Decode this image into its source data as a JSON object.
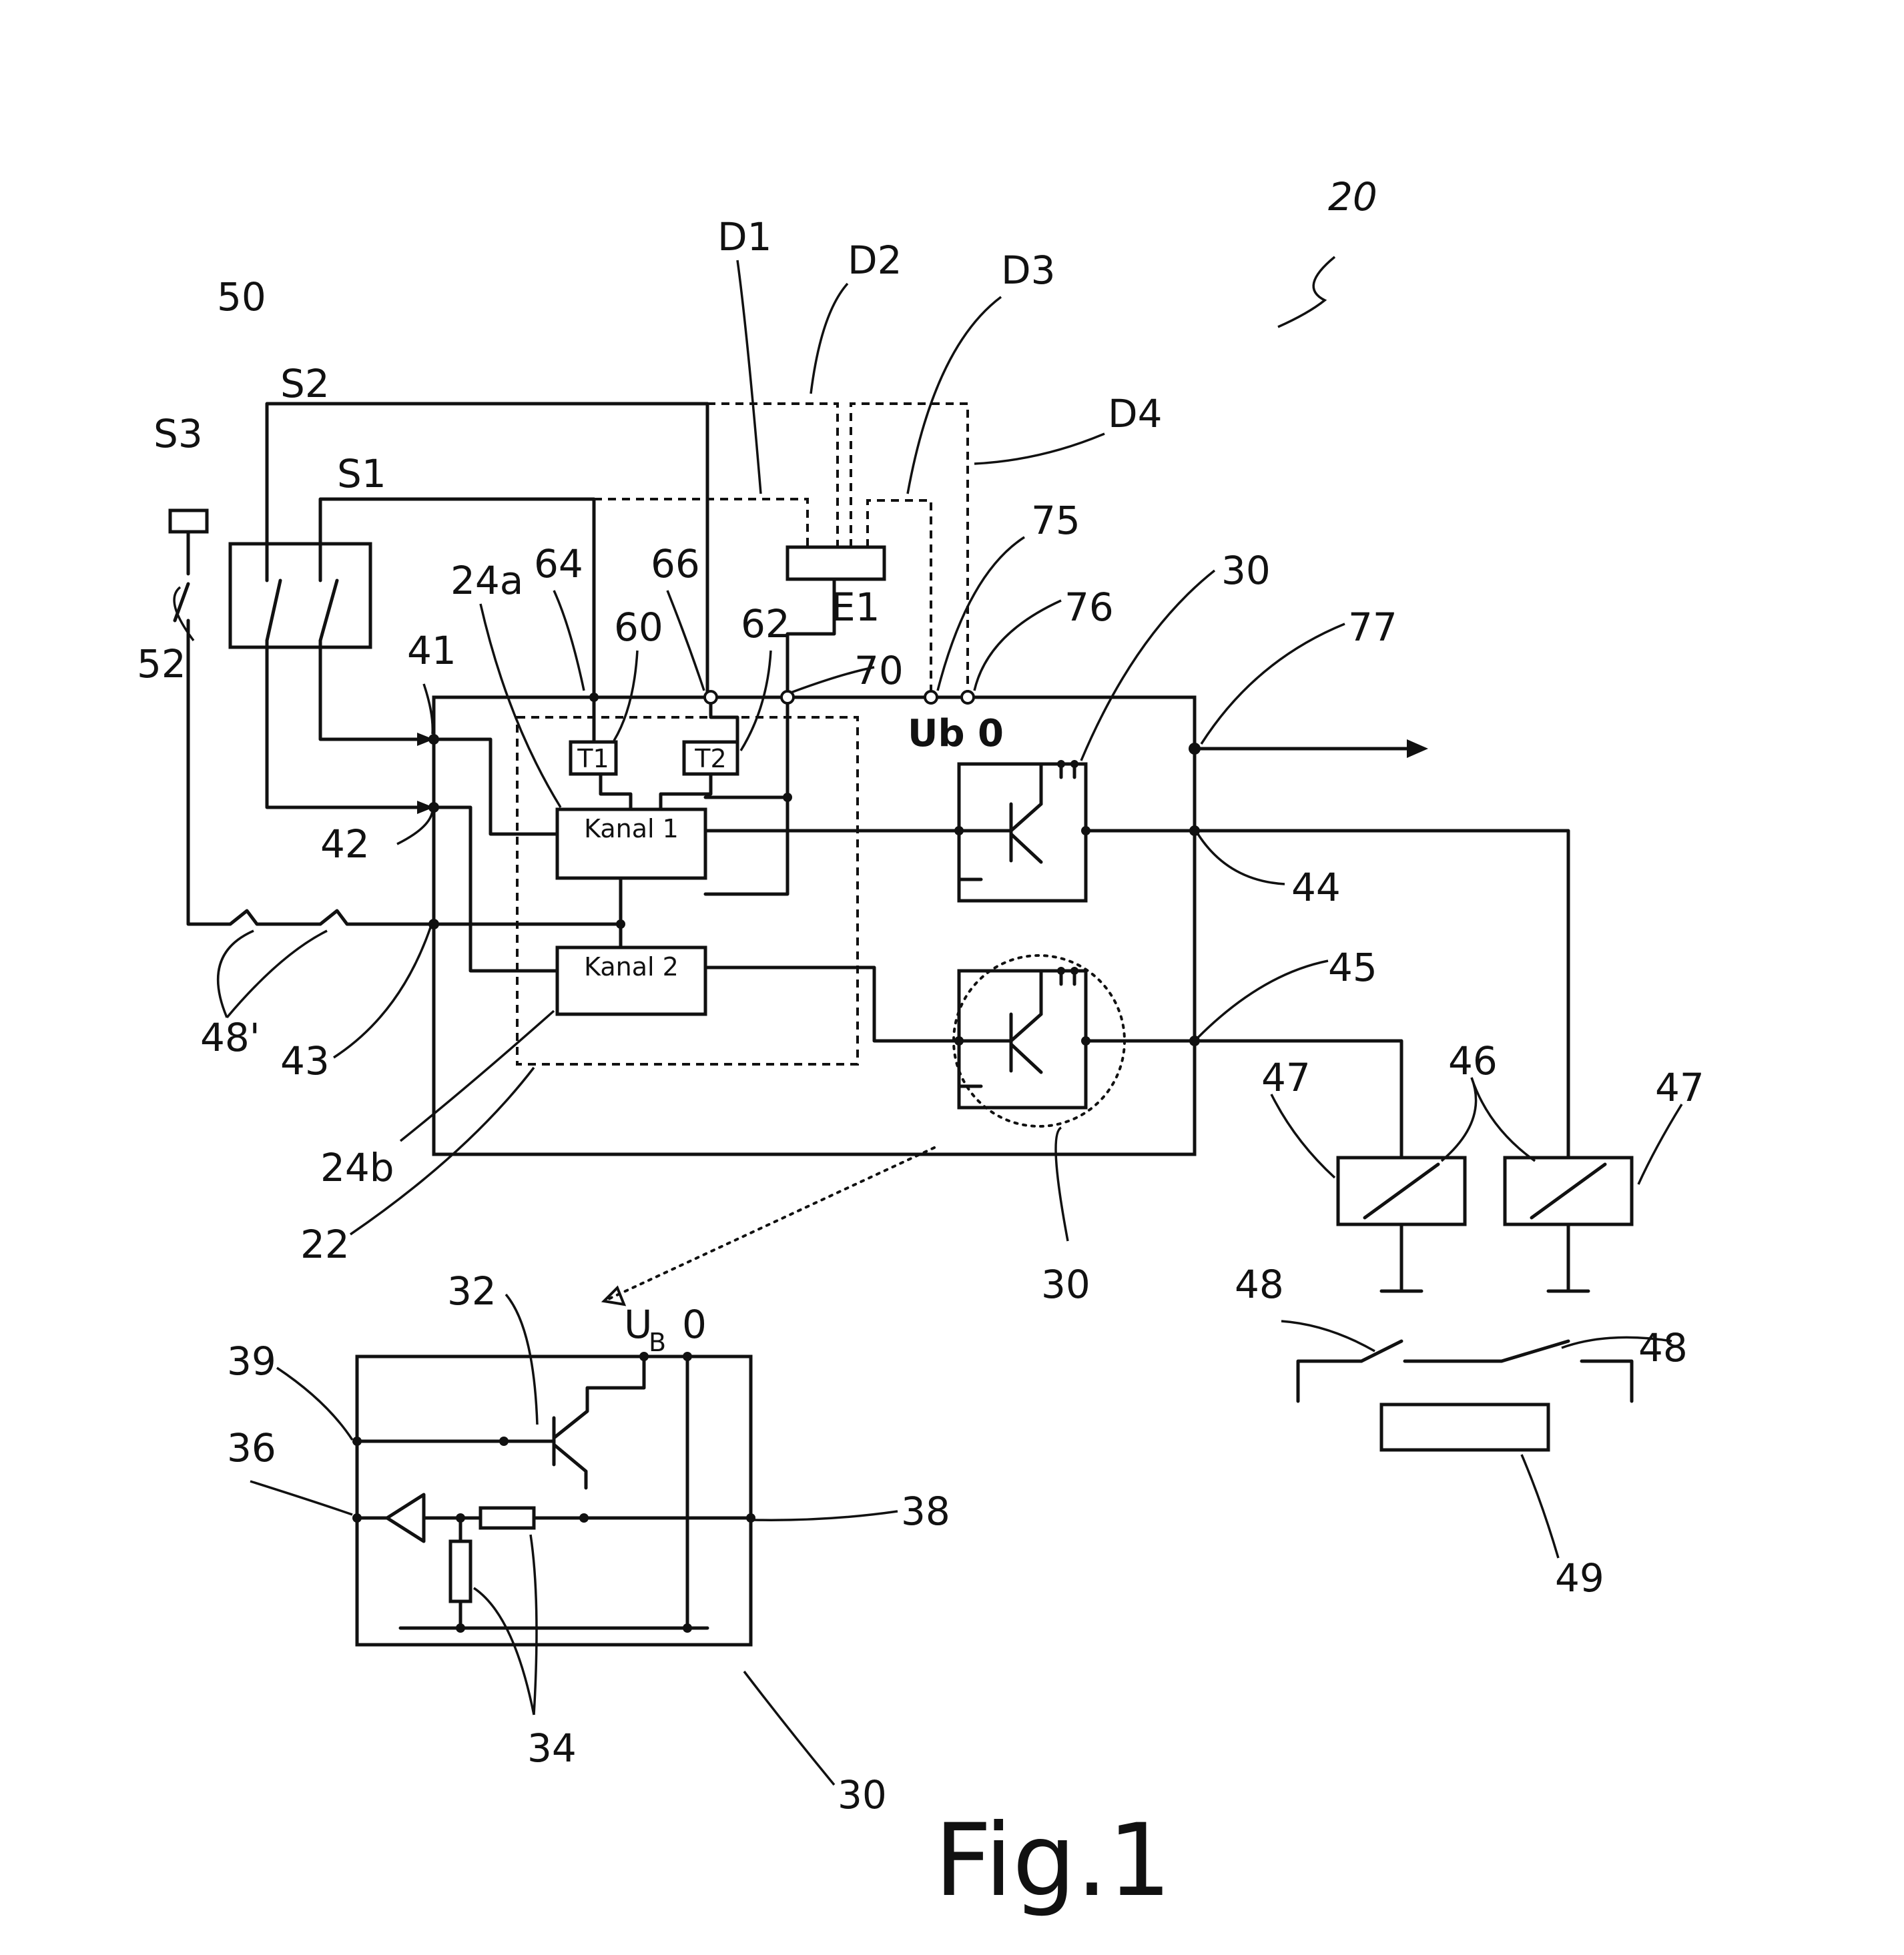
{
  "figure": {
    "caption": "Fig.1",
    "system_label": "20"
  },
  "blocks": {
    "kanal1": "Kanal 1",
    "kanal2": "Kanal 2",
    "t1": "T1",
    "t2": "T2",
    "e1": "E1",
    "supply": "Ub 0"
  },
  "detail": {
    "supply_u": "U",
    "supply_sub": "B",
    "supply_zero": "0"
  },
  "refs": {
    "r50": "50",
    "s2": "S2",
    "s1": "S1",
    "s3": "S3",
    "r52": "52",
    "d1": "D1",
    "d2": "D2",
    "d3": "D3",
    "d4": "D4",
    "r64": "64",
    "r66": "66",
    "r60": "60",
    "r62": "62",
    "r24a": "24a",
    "r70": "70",
    "r75": "75",
    "r76": "76",
    "r77": "77",
    "r30a": "30",
    "r41": "41",
    "r42": "42",
    "r43": "43",
    "r44": "44",
    "r45": "45",
    "r46": "46",
    "r47a": "47",
    "r47b": "47",
    "r48p": "48'",
    "r24b": "24b",
    "r22": "22",
    "r30b": "30",
    "r48a": "48",
    "r48b": "48",
    "r49": "49",
    "r32": "32",
    "r39": "39",
    "r36": "36",
    "r38": "38",
    "r34": "34",
    "r30c": "30"
  }
}
